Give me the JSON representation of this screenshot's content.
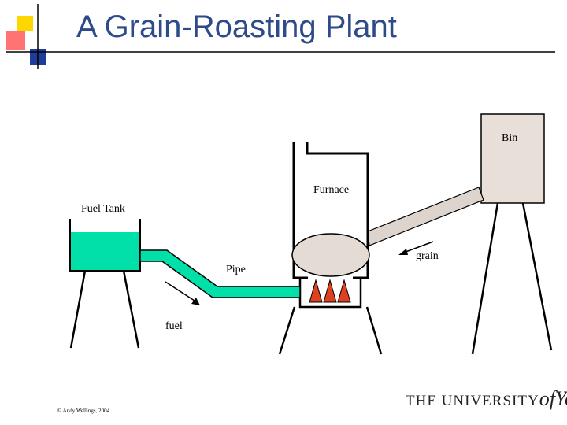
{
  "slide": {
    "title": "A Grain-Roasting Plant",
    "copyright": "© Andy Wellings, 2004"
  },
  "logo": {
    "prefix": "THE UNIVERSITY",
    "of": "of",
    "york": "York"
  },
  "labels": {
    "bin": "Bin",
    "furnace": "Furnace",
    "fuel_tank": "Fuel Tank",
    "pipe": "Pipe",
    "grain": "grain",
    "fuel": "fuel"
  },
  "colors": {
    "title": "#2e4a8a",
    "fuel_liquid": "#00e0a8",
    "pipe": "#00e0a8",
    "bin_fill": "#e8e0d8",
    "grain_chute": "#ddd5cd",
    "furnace_drum": "#e4dcd4",
    "flame": "#e04020",
    "accent_yellow": "#ffd700",
    "accent_red": "#ff4a4a",
    "accent_blue": "#2040a0"
  }
}
